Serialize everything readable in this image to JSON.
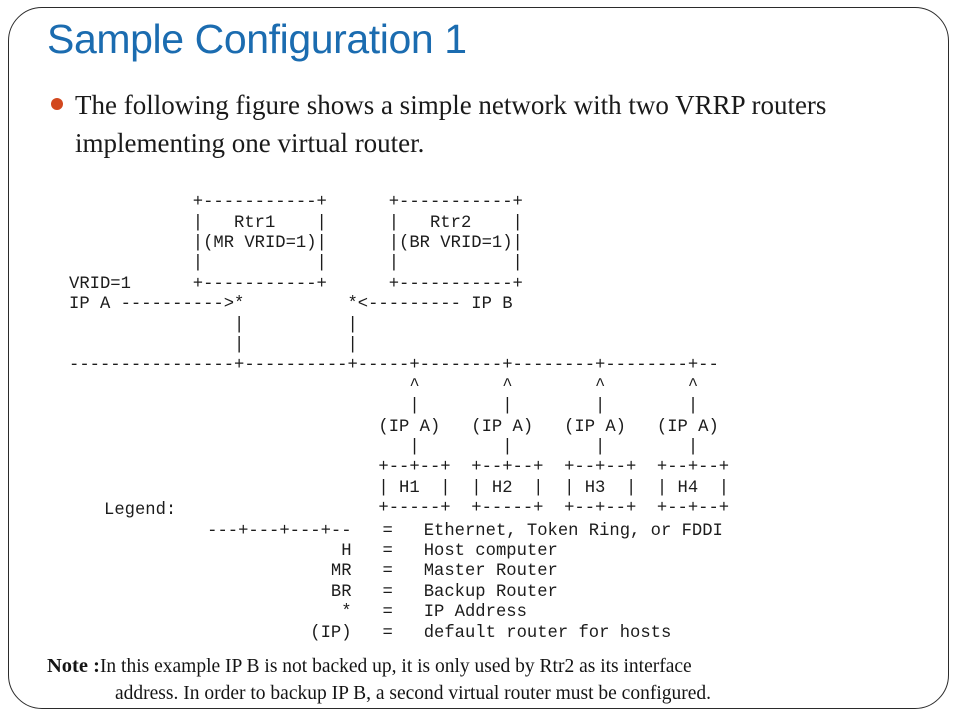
{
  "slide": {
    "title": "Sample Configuration 1",
    "accent_color": "#1b6cb0",
    "bullet_color": "#d2481e",
    "frame_color": "#2b2b2b"
  },
  "intro": {
    "bullet_text": "The following figure shows a simple network with two VRRP routers implementing one virtual router."
  },
  "diagram": {
    "type": "ascii-network-diagram",
    "routers": [
      {
        "name": "Rtr1",
        "role": "MR",
        "vrid": "VRID=1",
        "label": "(MR VRID=1)"
      },
      {
        "name": "Rtr2",
        "role": "BR",
        "vrid": "VRID=1",
        "label": "(BR VRID=1)"
      }
    ],
    "left_labels": [
      "VRID=1",
      "IP A"
    ],
    "right_label": "IP B",
    "hosts": [
      "H1",
      "H2",
      "H3",
      "H4"
    ],
    "host_default_router": "(IP A)",
    "ascii": "            +-----------+      +-----------+\n            |   Rtr1    |      |   Rtr2    |\n            |(MR VRID=1)|      |(BR VRID=1)|\n            |           |      |           |\nVRID=1      +-----------+      +-----------+\nIP A ---------->*          *<--------- IP B\n                |          |\n                |          |\n----------------+----------+-----+--------+--------+--------+--\n                                 ^        ^        ^        ^\n                                 |        |        |        |\n                              (IP A)   (IP A)   (IP A)   (IP A)\n                                 |        |        |        |\n                              +--+--+  +--+--+  +--+--+  +--+--+\n                              | H1  |  | H2  |  | H3  |  | H4  |\n                              +-----+  +-----+  +--+--+  +--+--+"
  },
  "legend": {
    "title": "Legend:",
    "entries": [
      {
        "symbol": "---+---+---+--",
        "meaning": "Ethernet, Token Ring, or FDDI"
      },
      {
        "symbol": "H",
        "meaning": "Host computer"
      },
      {
        "symbol": "MR",
        "meaning": "Master Router"
      },
      {
        "symbol": "BR",
        "meaning": "Backup Router"
      },
      {
        "symbol": "*",
        "meaning": "IP Address"
      },
      {
        "symbol": "(IP)",
        "meaning": "default router for hosts"
      }
    ],
    "ascii": "Legend:\n          ---+---+---+--   =   Ethernet, Token Ring, or FDDI\n                       H   =   Host computer\n                      MR   =   Master Router\n                      BR   =   Backup Router\n                       *   =   IP Address\n                    (IP)   =   default router for hosts"
  },
  "note": {
    "label": "Note :",
    "line1": "In this example IP B is not backed up, it is only used by Rtr2 as its interface",
    "line2": "address. In order to backup IP B, a second virtual router must be configured."
  }
}
